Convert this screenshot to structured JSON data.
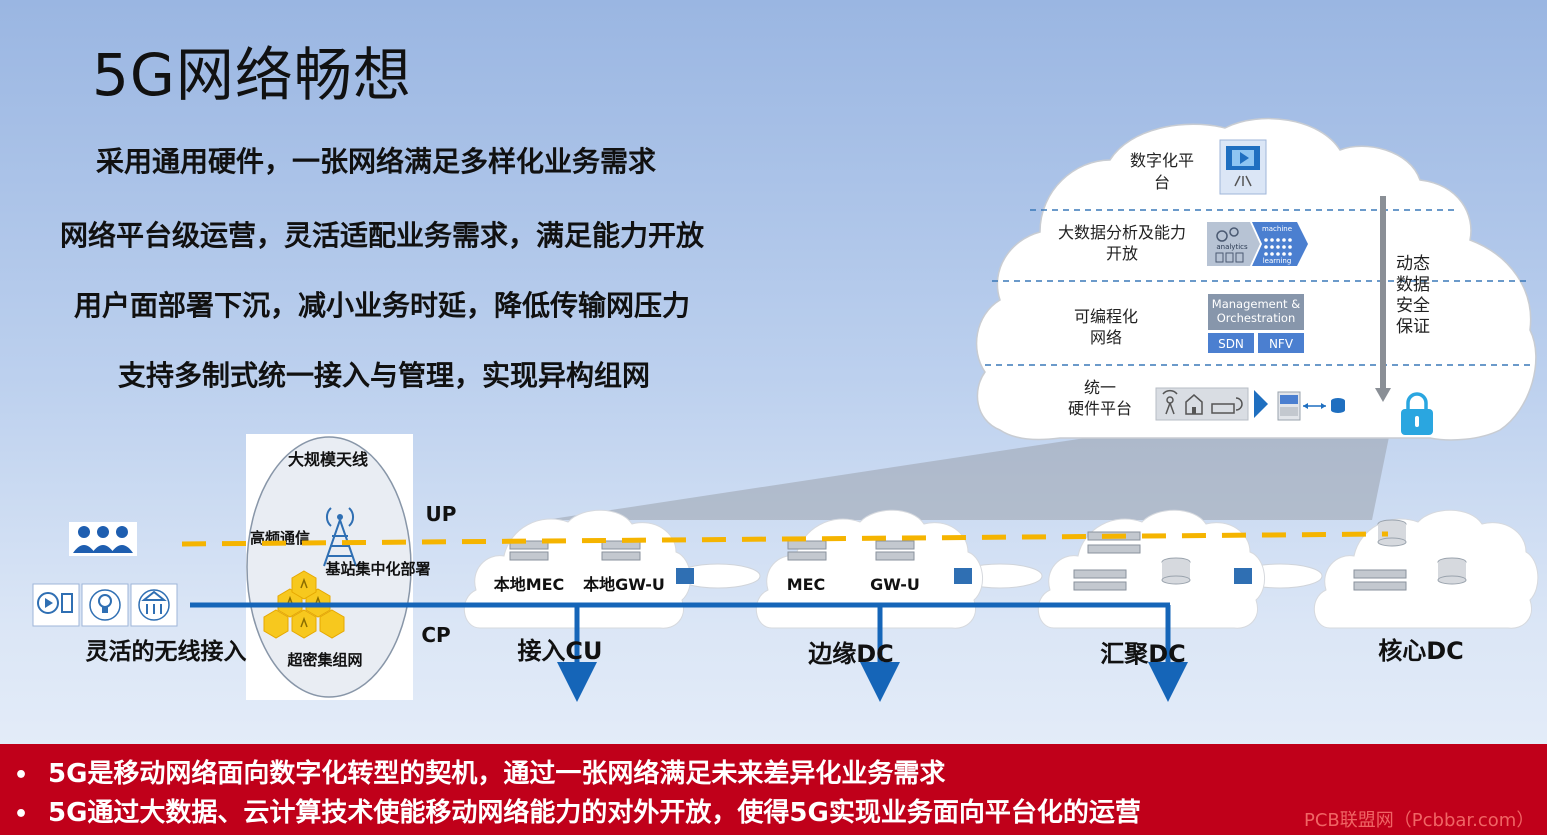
{
  "slide": {
    "title": "5G网络畅想",
    "points": [
      "采用通用硬件，一张网络满足多样化业务需求",
      "网络平台级运营，灵活适配业务需求，满足能力开放",
      "用户面部署下沉，减小业务时延，降低传输网压力",
      "支持多制式统一接入与管理，实现异构组网"
    ]
  },
  "cloud_stack": {
    "layers": [
      {
        "label_lines": [
          "数字化平",
          "台"
        ]
      },
      {
        "label_lines": [
          "大数据分析及能力",
          "开放"
        ],
        "badge_texts": [
          "analytics",
          "machine",
          "learning"
        ]
      },
      {
        "label_lines": [
          "可编程化",
          "网络"
        ],
        "badge_texts": [
          "Management &",
          "Orchestration",
          "SDN",
          "NFV"
        ]
      },
      {
        "label_lines": [
          "统一",
          "硬件平台"
        ]
      }
    ],
    "side_label_lines": [
      "动态",
      "数据",
      "安全",
      "保证"
    ]
  },
  "access": {
    "antenna_label": "大规模天线",
    "high_freq_label": "高频通信",
    "centralized_label": "基站集中化部署",
    "ultra_dense_label": "超密集组网",
    "wireless_label": "灵活的无线接入",
    "up_label": "UP",
    "cp_label": "CP"
  },
  "dcs": [
    {
      "label": "接入CU",
      "items": [
        "本地MEC",
        "本地GW-U"
      ]
    },
    {
      "label": "边缘DC",
      "items": [
        "MEC",
        "GW-U"
      ]
    },
    {
      "label": "汇聚DC",
      "items": []
    },
    {
      "label": "核心DC",
      "items": []
    }
  ],
  "bottom": {
    "bullets": [
      "5G是移动网络面向数字化转型的契机，通过一张网络满足未来差异化业务需求",
      "5G通过大数据、云计算技术使能移动网络能力的对外开放，使得5G实现业务面向平台化的运营"
    ],
    "bullet_char": "•",
    "watermark": "PCB联盟网（Pcbbar.com）"
  },
  "colors": {
    "bar": "#c0001a",
    "up_line": "#f5b400",
    "cp_line": "#1565b8",
    "hex": "#f7c81e",
    "icon_blue": "#2f6fb3"
  }
}
